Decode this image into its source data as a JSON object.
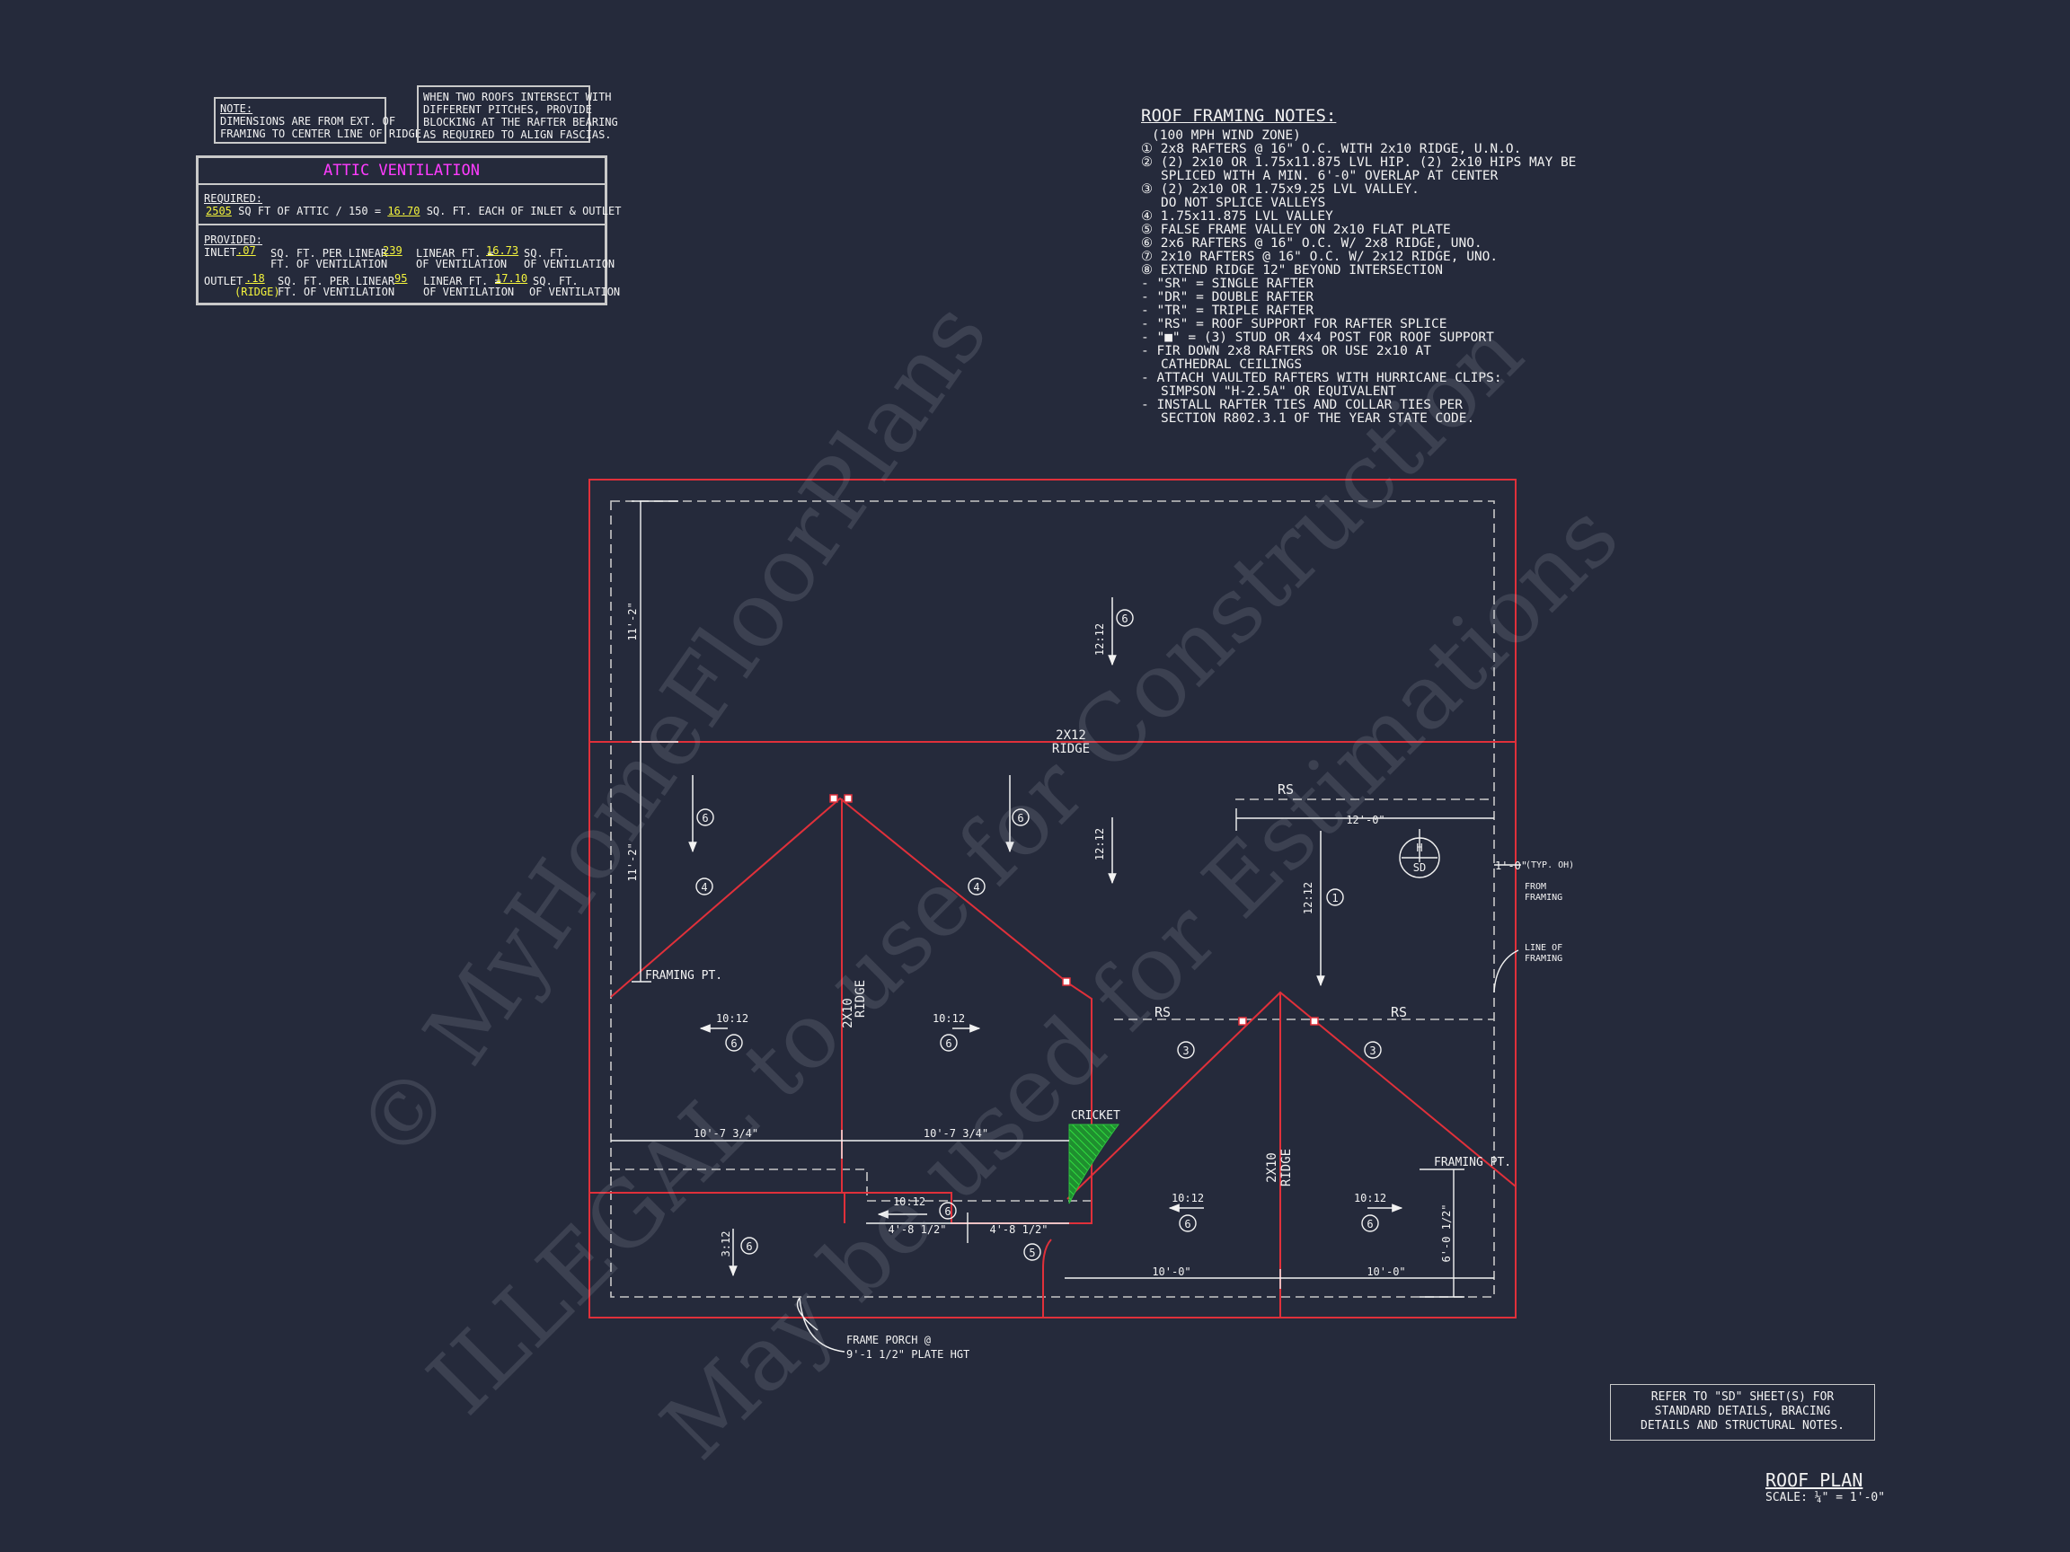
{
  "colors": {
    "background": "#252a3b",
    "outline_red": "#e0303a",
    "text": "#f2f2f2",
    "accent_yellow": "#f5f53c",
    "accent_magenta": "#ff3cff",
    "cricket_green": "#2fbf3f"
  },
  "note_box": {
    "heading": "NOTE:",
    "lines": [
      "DIMENSIONS ARE FROM EXT. OF",
      "FRAMING TO CENTER LINE OF RIDGE."
    ]
  },
  "intersect_note": {
    "lines": [
      "WHEN TWO ROOFS INTERSECT WITH",
      "DIFFERENT PITCHES, PROVIDE",
      "BLOCKING AT THE RAFTER BEARING",
      "AS REQUIRED TO ALIGN FASCIAS."
    ]
  },
  "attic": {
    "title": "ATTIC VENTILATION",
    "required_label": "REQUIRED:",
    "required_area": "2505",
    "required_text_a": "SQ FT OF ATTIC / 150 =",
    "required_value": "16.70",
    "required_text_b": "SQ. FT. EACH OF INLET & OUTLET",
    "provided_label": "PROVIDED:",
    "inlet_label": "INLET",
    "inlet_rate": ".07",
    "inlet_text_a": "SQ. FT. PER LINEAR",
    "inlet_text_b": "FT. OF VENTILATION",
    "inlet_length": "239",
    "inlet_text_c": "LINEAR FT. =",
    "inlet_text_d": "OF VENTILATION",
    "inlet_total": "16.73",
    "inlet_text_e": "SQ. FT.",
    "inlet_text_f": "OF VENTILATION",
    "outlet_label": "OUTLET",
    "outlet_rate": ".18",
    "outlet_ridge": "(RIDGE)",
    "outlet_text_a": "SQ. FT. PER LINEAR",
    "outlet_text_b": "FT. OF VENTILATION",
    "outlet_length": "95",
    "outlet_text_c": "LINEAR FT. =",
    "outlet_text_d": "OF VENTILATION",
    "outlet_total": "17.10",
    "outlet_text_e": "SQ. FT.",
    "outlet_text_f": "OF VENTILATION"
  },
  "roof_notes": {
    "title": "ROOF FRAMING NOTES:",
    "lines": [
      "(100 MPH WIND ZONE)",
      "① 2x8 RAFTERS @ 16\" O.C. WITH 2x10 RIDGE, U.N.O.",
      "② (2) 2x10 OR 1.75x11.875 LVL HIP. (2) 2x10 HIPS MAY BE",
      "   SPLICED WITH A MIN. 6'-0\" OVERLAP AT CENTER",
      "③ (2) 2x10 OR 1.75x9.25 LVL VALLEY.",
      "   DO NOT SPLICE VALLEYS",
      "④ 1.75x11.875 LVL VALLEY",
      "⑤ FALSE FRAME VALLEY ON 2x10 FLAT PLATE",
      "⑥ 2x6 RAFTERS @ 16\" O.C. W/ 2x8 RIDGE, UNO.",
      "⑦ 2x10 RAFTERS @ 16\" O.C. W/ 2x12 RIDGE, UNO.",
      "⑧ EXTEND RIDGE 12\" BEYOND INTERSECTION",
      "-  \"SR\" = SINGLE RAFTER",
      "-  \"DR\" = DOUBLE RAFTER",
      "-  \"TR\" = TRIPLE RAFTER",
      "-  \"RS\" = ROOF SUPPORT FOR RAFTER SPLICE",
      "-  \"■\"  = (3) STUD OR 4x4 POST FOR ROOF SUPPORT",
      "-  FIR DOWN 2x8 RAFTERS OR USE 2x10 AT",
      "   CATHEDRAL CEILINGS",
      "-  ATTACH VAULTED RAFTERS WITH HURRICANE CLIPS:",
      "   SIMPSON \"H-2.5A\" OR EQUIVALENT",
      "-  INSTALL RAFTER TIES AND COLLAR TIES PER",
      "   SECTION R802.3.1 OF THE YEAR STATE CODE."
    ]
  },
  "plan": {
    "ridge_2x12": "2X12",
    "ridge_word": "RIDGE",
    "ridge_2x10": "2X10",
    "framing_pt": "FRAMING PT.",
    "rs": "RS",
    "cricket": "CRICKET",
    "pitch_12": "12:12",
    "pitch_10": "10:12",
    "pitch_3": "3:12",
    "tag_6": "6",
    "tag_4": "4",
    "tag_3": "3",
    "tag_1": "1",
    "tag_5": "5",
    "dim_11_2": "11'-2\"",
    "dim_12_0": "12'-0\"",
    "dim_10_7": "10'-7 3/4\"",
    "dim_4_8": "4'-8 1/2\"",
    "dim_10_0": "10'-0\"",
    "dim_6_0": "6'-0 1/2\"",
    "dim_1_0": "1'-0\"",
    "typ_oh": "(TYP. OH)",
    "from_framing_a": "FROM",
    "from_framing_b": "FRAMING",
    "line_of_a": "LINE OF",
    "line_of_b": "FRAMING",
    "h_label": "H",
    "sd_label": "SD",
    "porch_a": "FRAME PORCH @",
    "porch_b": "9'-1 1/2\" PLATE HGT"
  },
  "watermark": {
    "line1": "© MyHomeFloorPlans",
    "line2": "ILLEGAL to use for Construction",
    "line3": "May be used for Estimations"
  },
  "refer_note": {
    "lines": [
      "REFER TO \"SD\" SHEET(S) FOR",
      "STANDARD DETAILS, BRACING",
      "DETAILS AND STRUCTURAL NOTES."
    ]
  },
  "title_block": {
    "title": "ROOF PLAN",
    "scale": "SCALE: ¼\" = 1'-0\""
  }
}
